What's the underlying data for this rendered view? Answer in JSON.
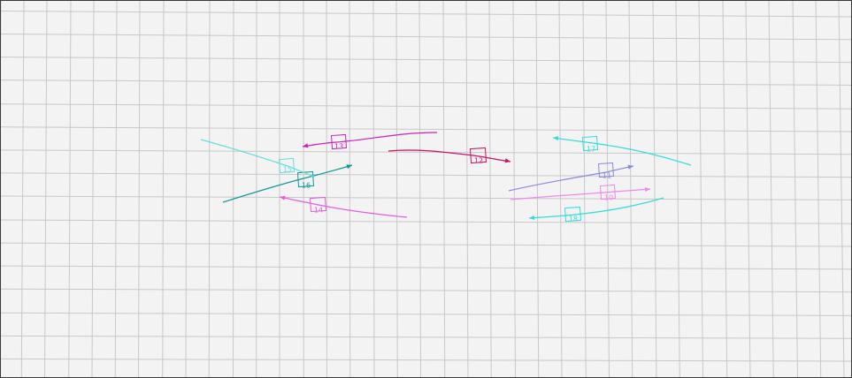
{
  "colors": {
    "background": "#f3f3f3",
    "grid": "#c8c8c8",
    "border": "#3a3a3a",
    "magenta": "#cc22bb",
    "crimson": "#cc1166",
    "violet": "#e060e0",
    "teal": "#119999",
    "cyan": "#33dddd",
    "aqua": "#66dddd",
    "lavender": "#8888dd",
    "pink": "#ee88ee"
  },
  "arrows": [
    {
      "id": "arrow-13",
      "label": "13",
      "color": "magenta"
    },
    {
      "id": "arrow-12",
      "label": "12",
      "color": "crimson"
    },
    {
      "id": "arrow-14",
      "label": "14",
      "color": "violet"
    },
    {
      "id": "arrow-16",
      "label": "16",
      "color": "teal"
    },
    {
      "id": "arrow-15",
      "label": "15",
      "color": "aqua"
    },
    {
      "id": "arrow-17",
      "label": "17",
      "color": "cyan"
    },
    {
      "id": "arrow-11",
      "label": "11",
      "color": "lavender"
    },
    {
      "id": "arrow-10",
      "label": "10",
      "color": "pink"
    },
    {
      "id": "arrow-18",
      "label": "18",
      "color": "cyan"
    }
  ]
}
